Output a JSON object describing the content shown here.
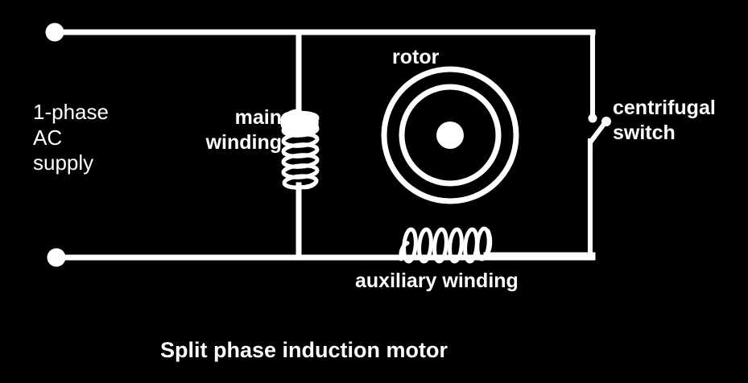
{
  "diagram": {
    "title": "Split phase induction motor",
    "background_color": "#000000",
    "stroke_color": "#ffffff",
    "labels": {
      "supply": "1-phase\nAC\nsupply",
      "main_winding": "main\nwinding",
      "rotor": "rotor",
      "centrifugal_switch": "centrifugal\nswitch",
      "auxiliary_winding": "auxiliary winding"
    },
    "components": {
      "terminal_top": "supply-terminal-top",
      "terminal_bottom": "supply-terminal-bottom",
      "main_winding_coil": "vertical-coil-7-turns",
      "auxiliary_winding_coil": "horizontal-coil-6-turns",
      "rotor_symbol": "double-circle-with-shaft",
      "switch_symbol": "open-single-pole-switch"
    }
  }
}
